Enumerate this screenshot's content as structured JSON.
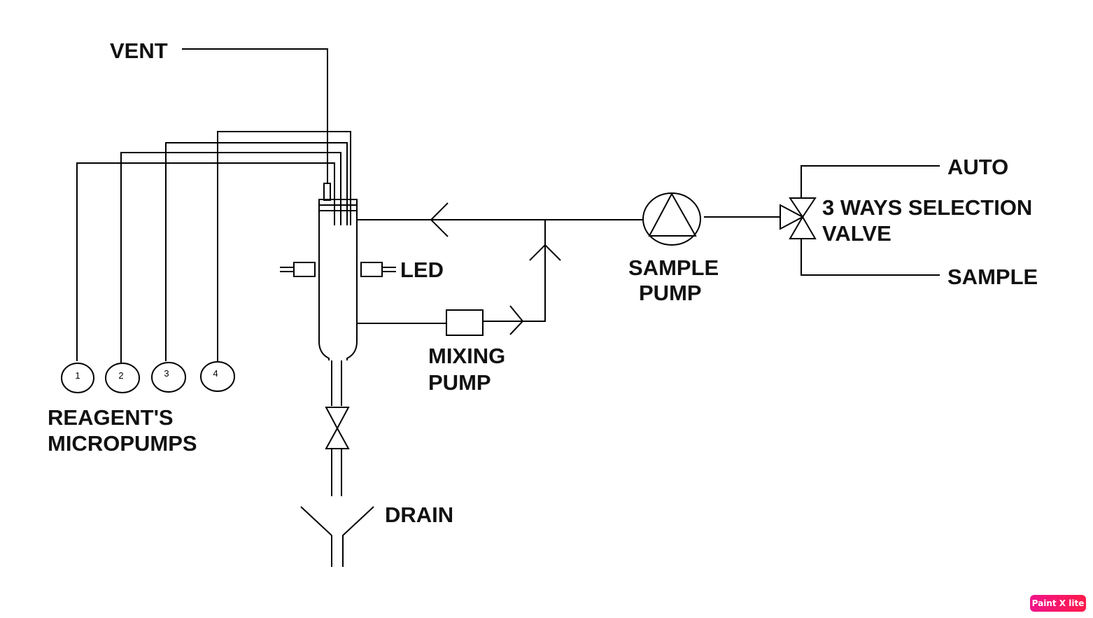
{
  "labels": {
    "vent": "VENT",
    "led": "LED",
    "mixing_pump": [
      "MIXING",
      "PUMP"
    ],
    "sample_pump": [
      "SAMPLE",
      "PUMP"
    ],
    "valve": [
      "3 WAYS SELECTION",
      "VALVE"
    ],
    "auto": "AUTO",
    "sample": "SAMPLE",
    "reagents": [
      "REAGENT'S",
      "MICROPUMPS"
    ],
    "drain": "DRAIN"
  },
  "micropumps": [
    {
      "number": "1"
    },
    {
      "number": "2"
    },
    {
      "number": "3"
    },
    {
      "number": "4"
    }
  ],
  "watermark": "Paint X lite"
}
